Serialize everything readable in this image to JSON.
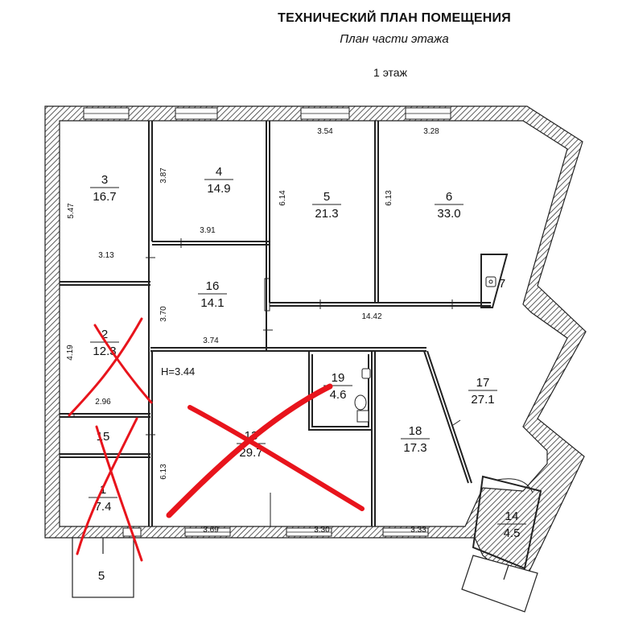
{
  "header": {
    "title": "ТЕХНИЧЕСКИЙ ПЛАН ПОМЕЩЕНИЯ",
    "subtitle": "План части этажа",
    "floor": "1 этаж"
  },
  "rooms": [
    {
      "num": "3",
      "area": "16.7"
    },
    {
      "num": "4",
      "area": "14.9"
    },
    {
      "num": "5",
      "area": "21.3"
    },
    {
      "num": "6",
      "area": "33.0"
    },
    {
      "num": "7"
    },
    {
      "num": "16",
      "area": "14.1"
    },
    {
      "num": "2",
      "area": "12.3"
    },
    {
      "num": "15"
    },
    {
      "num": "1",
      "area": "7.4"
    },
    {
      "num": "5"
    },
    {
      "num": "19",
      "area": "4.6"
    },
    {
      "num": "13",
      "area": "29.7"
    },
    {
      "num": "18",
      "area": "17.3"
    },
    {
      "num": "17",
      "area": "27.1"
    },
    {
      "num": "14",
      "area": "4.5"
    }
  ],
  "dimensions": [
    "5.47",
    "3.13",
    "3.87",
    "3.91",
    "6.14",
    "3.54",
    "6.13",
    "3.28",
    "3.70",
    "3.74",
    "14.42",
    "4.19",
    "2.96",
    "6.13",
    "3.69",
    "3.30",
    "3.33"
  ],
  "ceiling_height": "H=3.44",
  "annotation_color": "#e8141c",
  "wall_color": "#222222"
}
